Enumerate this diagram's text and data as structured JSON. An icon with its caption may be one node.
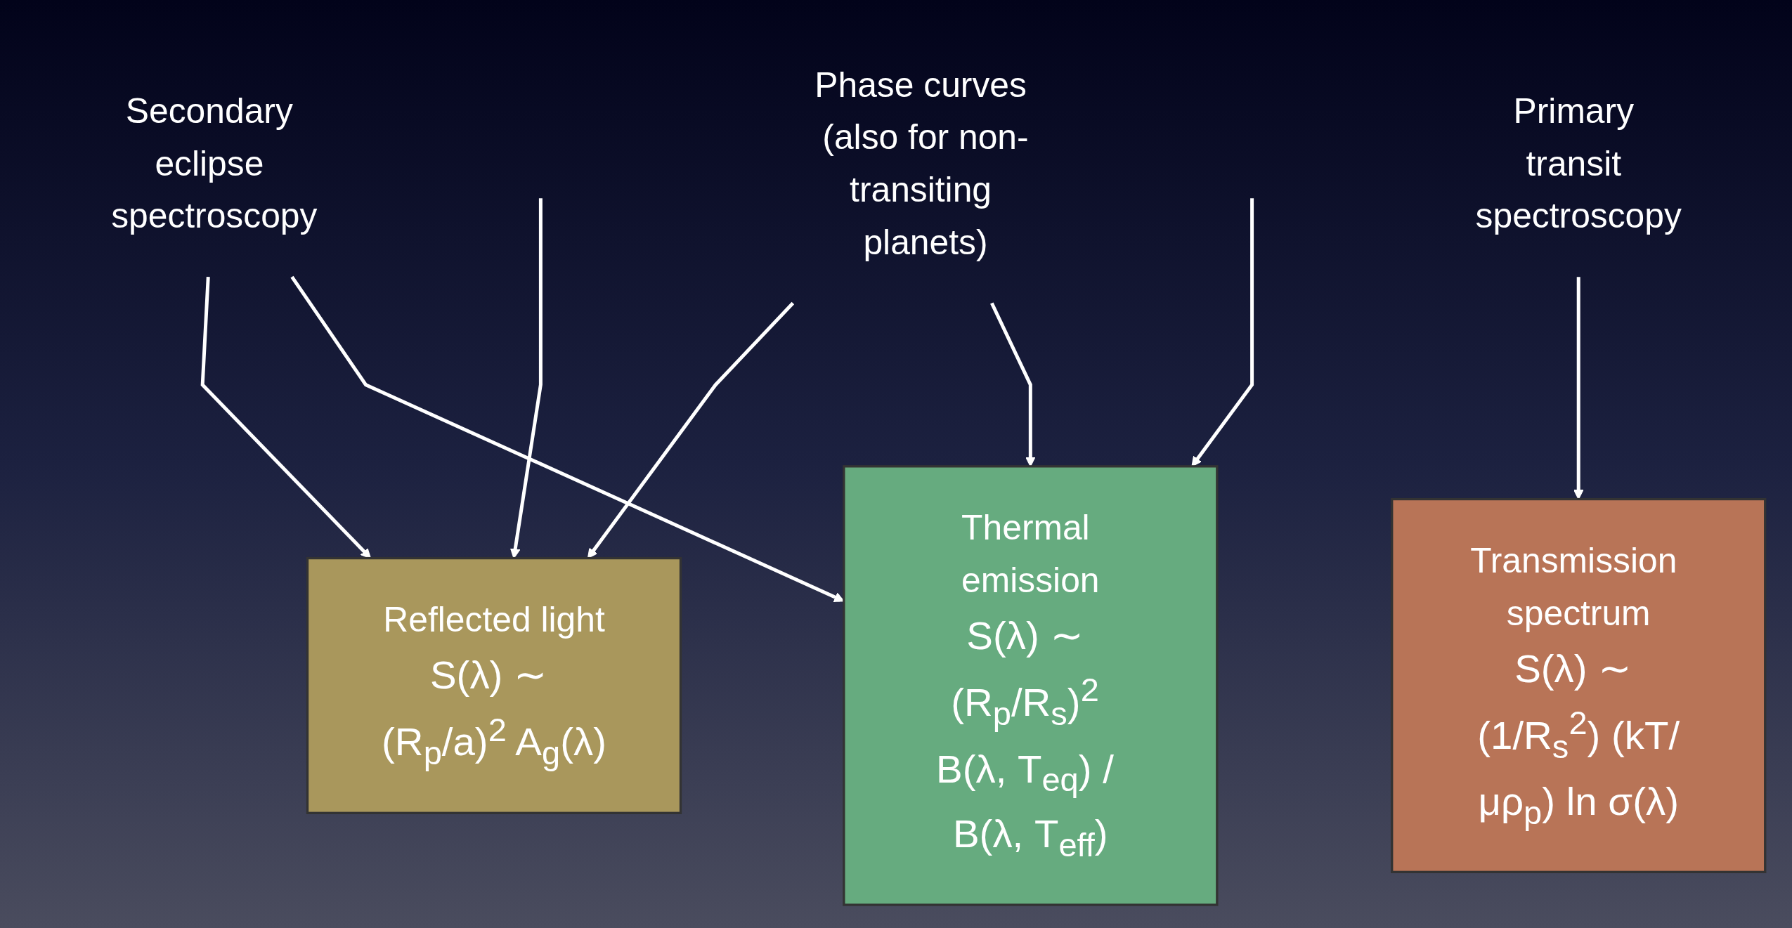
{
  "diagram": {
    "nodes": [
      {
        "text": [
          "Secondary eclipse spectroscopy"
        ]
      },
      {
        "text": [
          "Phase curves (also for non-transiting planets)"
        ]
      },
      {
        "text": [
          "Primary transit spectroscopy"
        ]
      },
      {
        "text": [
          "Transmission spectrum",
          "S(λ) ∼ (1/R$_{s}$$^{2}$) (kT/μρ$_{p}$) ln σ(λ)"
        ]
      },
      {
        "text": [
          "Reflected light",
          "S(λ) ∼ (R$_{p}$/a)$^{2}$ A$_{g}$(λ)"
        ]
      },
      {
        "text": [
          "Thermal emission",
          "S(λ) ∼ (R$_{p}$/R$_{s}$)$^{2}$ B(λ, T$_{eq}$) / B(λ, T$_{eff}$)"
        ]
      }
    ],
    "edges": [
      {
        "from": 2,
        "to": 3,
        "arrow": "to"
      },
      {
        "from": 0,
        "to": 4,
        "arrow": "to"
      },
      {
        "from": 1,
        "to": 4,
        "arrow": "to"
      },
      {
        "from": 0,
        "to": 5,
        "arrow": "to"
      },
      {
        "from": 1,
        "to": 5,
        "arrow": "to"
      },
      {
        "from": null,
        "to": 4,
        "arrow": "to"
      },
      {
        "from": null,
        "to": 5,
        "arrow": "to"
      }
    ]
  }
}
